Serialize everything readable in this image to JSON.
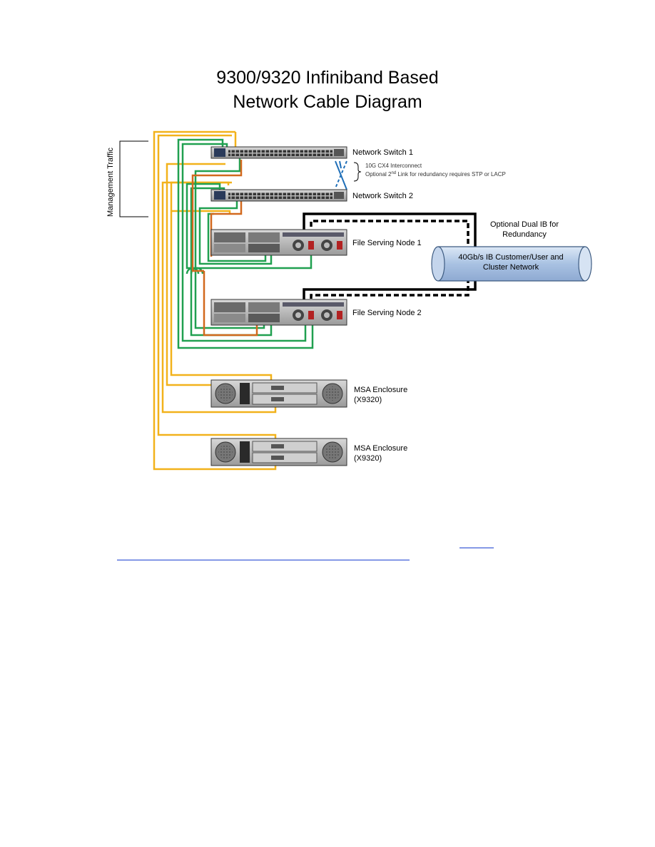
{
  "title": {
    "line1": "9300/9320 Infiniband Based",
    "line2": "Network Cable Diagram"
  },
  "labels": {
    "management_traffic": "Management Traffic",
    "switch1": "Network Switch 1",
    "switch2": "Network Switch 2",
    "interconnect": "10G CX4 Interconnect",
    "optional_prefix": "Optional 2",
    "optional_sup": "nd",
    "optional_suffix": " Link for redundancy requires STP or LACP",
    "node1": "File Serving Node 1",
    "node2": "File Serving Node 2",
    "optional_ib_line1": "Optional Dual IB for",
    "optional_ib_line2": "Redundancy",
    "ib_network_line1": "40Gb/s IB Customer/User and",
    "ib_network_line2": "Cluster Network",
    "msa1_line1": "MSA Enclosure",
    "msa1_line2": "(X9320)",
    "msa2_line1": "MSA Enclosure",
    "msa2_line2": "(X9320)"
  },
  "colors": {
    "management_cable": "#f2b21b",
    "data_cable": "#20a050",
    "orange_cable": "#d2691e",
    "blue_cable": "#1f6fb8",
    "ib_cable": "#000000",
    "ib_pipe_fill": "#b8cde8",
    "ib_pipe_stroke": "#3c5a80"
  }
}
